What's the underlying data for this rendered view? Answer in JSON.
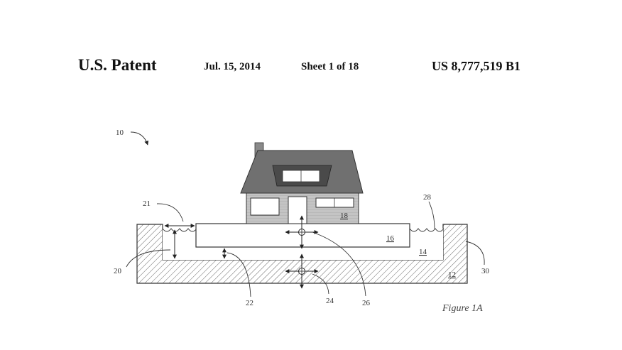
{
  "header": {
    "title": "U.S. Patent",
    "date": "Jul. 15, 2014",
    "sheet": "Sheet 1 of 18",
    "patent_number": "US 8,777,519 B1"
  },
  "figure": {
    "caption": "Figure 1A",
    "refs": {
      "r10": "10",
      "r12": "12",
      "r14": "14",
      "r16": "16",
      "r18": "18",
      "r20": "20",
      "r21": "21",
      "r22": "22",
      "r24": "24",
      "r26": "26",
      "r28": "28",
      "r30": "30"
    }
  },
  "colors": {
    "roof": "#707070",
    "wall": "#c4c4c4",
    "ink": "#333333"
  }
}
